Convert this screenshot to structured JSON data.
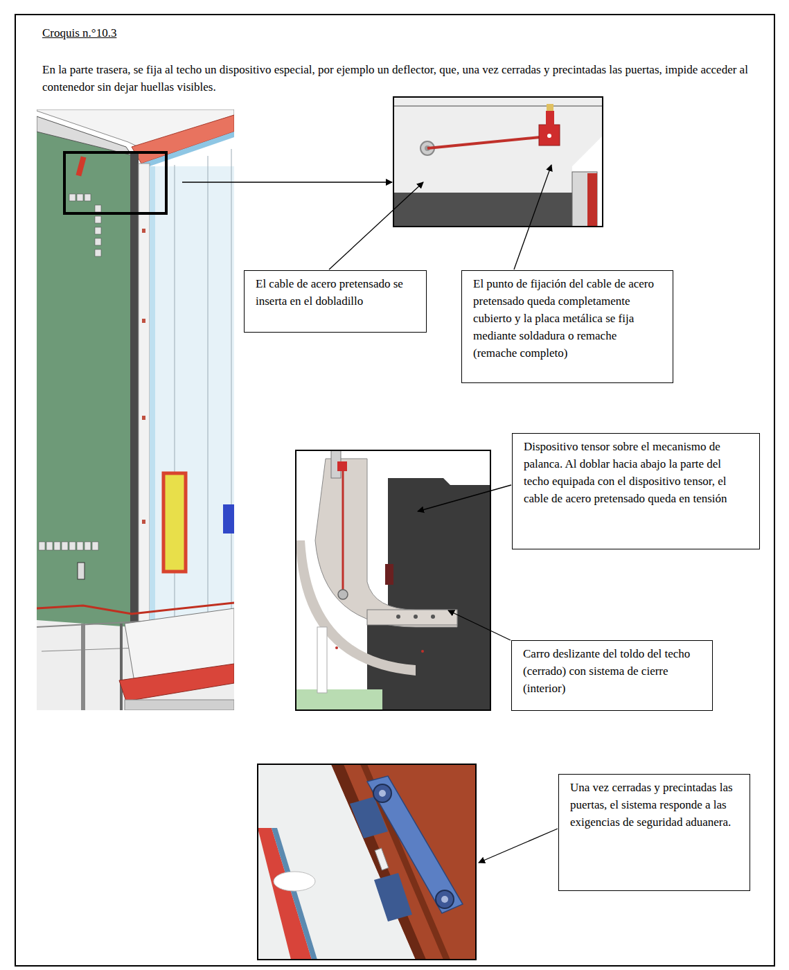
{
  "diagram": {
    "title": "Croquis n.°10.3",
    "nodes": [
      {
        "text": [
          "El cable de acero pretensado se inserta en el dobladillo"
        ]
      },
      {
        "text": [
          "El punto de fijación del cable de acero pretensado queda completamente cubierto y la placa metálica se fija mediante soldadura o remache (remache completo)"
        ]
      },
      {
        "text": [
          "Dispositivo tensor sobre el mecanismo de palanca. Al doblar hacia abajo la parte del techo equipada con el dispositivo tensor, el cable de acero pretensado queda en tensión"
        ]
      },
      {
        "text": [
          "Carro deslizante del toldo del techo (cerrado) con sistema de cierre (interior)"
        ]
      },
      {
        "text": [
          "Una vez cerradas y precintadas las puertas, el sistema responde a las exigencias de seguridad aduanera."
        ]
      }
    ],
    "labels": [
      "En la parte trasera, se fija al techo un dispositivo especial, por ejemplo un deflector, que, una vez cerradas y precintadas las puertas, impide acceder al contenedor sin dejar huellas visibles."
    ]
  }
}
